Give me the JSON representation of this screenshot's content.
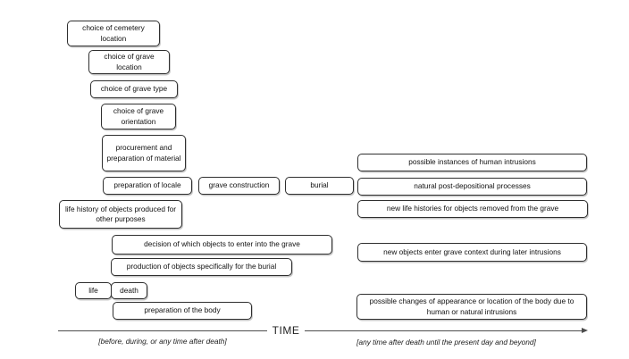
{
  "diagram": {
    "boxes": [
      {
        "label": "choice of cemetery location"
      },
      {
        "label": "choice of grave location"
      },
      {
        "label": "choice of grave type"
      },
      {
        "label": "choice of grave orientation"
      },
      {
        "label": "procurement and preparation of material"
      },
      {
        "label": "preparation of locale"
      },
      {
        "label": "grave construction"
      },
      {
        "label": "burial"
      },
      {
        "label": "life history of objects produced for other purposes"
      },
      {
        "label": "decision of which objects to enter into the grave"
      },
      {
        "label": "production of objects specifically for the burial"
      },
      {
        "label": "life"
      },
      {
        "label": "death"
      },
      {
        "label": "preparation of the body"
      },
      {
        "label": "possible instances of human intrusions"
      },
      {
        "label": "natural post-depositional processes"
      },
      {
        "label": "new life histories for objects removed from the grave"
      },
      {
        "label": "new objects enter grave context during later intrusions"
      },
      {
        "label": "possible changes of appearance or location of the body due to human or natural intrusions"
      }
    ],
    "timeline": {
      "axis_label": "TIME",
      "left_phase_caption": "[before, during, or any time after death]",
      "right_phase_caption": "[any time after death until the present day and beyond]"
    },
    "colors": {
      "box_border": "#2f2f2f",
      "box_fill": "#ffffff",
      "text": "#111111",
      "axis_line": "#4d4d4d",
      "background": "#ffffff"
    }
  }
}
